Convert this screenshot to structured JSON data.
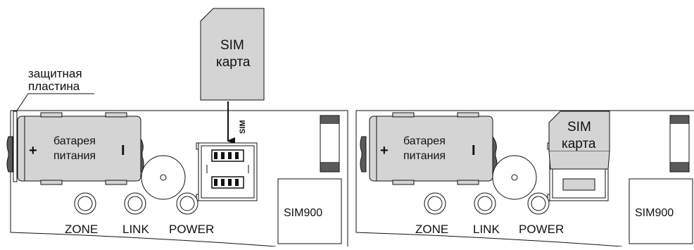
{
  "callouts": {
    "protective_plate_line1": "защитная",
    "protective_plate_line2": "пластина"
  },
  "sim_card": {
    "line1": "SIM",
    "line2": "карта"
  },
  "sim_slot_marker": "SIM",
  "battery": {
    "line1": "батарея",
    "line2": "питания",
    "plus_sign": "+",
    "minus_sign": "I"
  },
  "leds": {
    "zone": "ZONE",
    "link": "LINK",
    "power": "POWER"
  },
  "module": {
    "label": "SIM900"
  },
  "colors": {
    "fill_gray": "#d4d4d4",
    "dark_gray": "#5a5a5a",
    "stroke": "#111111"
  }
}
